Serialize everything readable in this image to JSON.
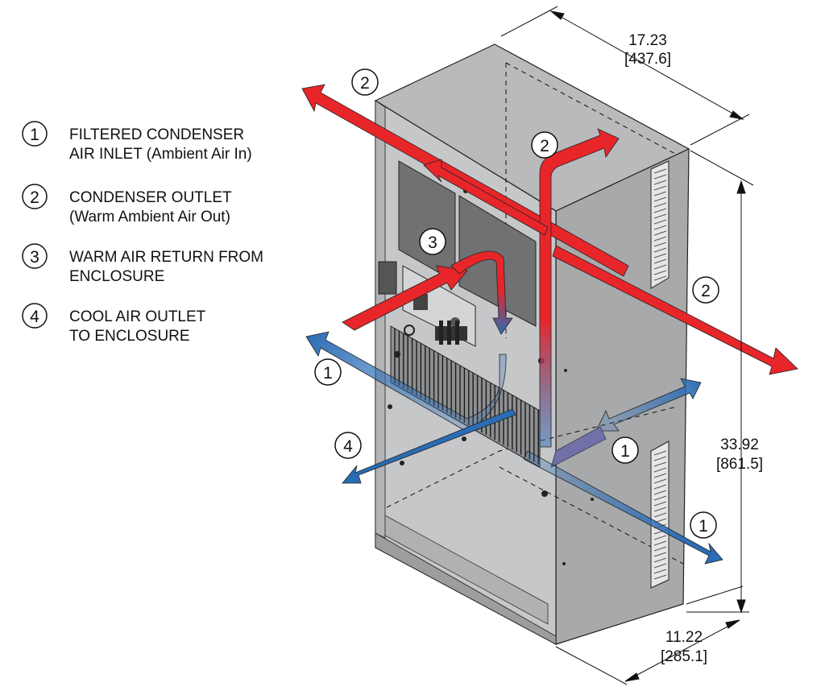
{
  "legend": [
    {
      "number": "1",
      "line1": "FILTERED CONDENSER",
      "line2": "AIR INLET (Ambient Air In)"
    },
    {
      "number": "2",
      "line1": "CONDENSER OUTLET",
      "line2": "(Warm Ambient Air Out)"
    },
    {
      "number": "3",
      "line1": "WARM AIR RETURN FROM",
      "line2": "ENCLOSURE"
    },
    {
      "number": "4",
      "line1": "COOL AIR OUTLET",
      "line2": "TO ENCLOSURE"
    }
  ],
  "callouts": {
    "outlet_top_left": "2",
    "outlet_top_mid": "2",
    "outlet_right": "2",
    "return_front": "3",
    "inlet_left": "1",
    "inlet_right": "1",
    "inlet_bottom_right": "1",
    "cool_outlet": "4"
  },
  "dimensions": {
    "width": {
      "inches": "17.23",
      "mm": "[437.6]"
    },
    "height": {
      "inches": "33.92",
      "mm": "[861.5]"
    },
    "depth": {
      "inches": "11.22",
      "mm": "[285.1]"
    }
  },
  "colors": {
    "warm_air": "#e8262a",
    "cool_air": "#2a6cb5",
    "cabinet_front": "#c4c5c7",
    "cabinet_side": "#a9aaac",
    "cabinet_top": "#b7b8ba",
    "panel_dark": "#6e6f71"
  }
}
